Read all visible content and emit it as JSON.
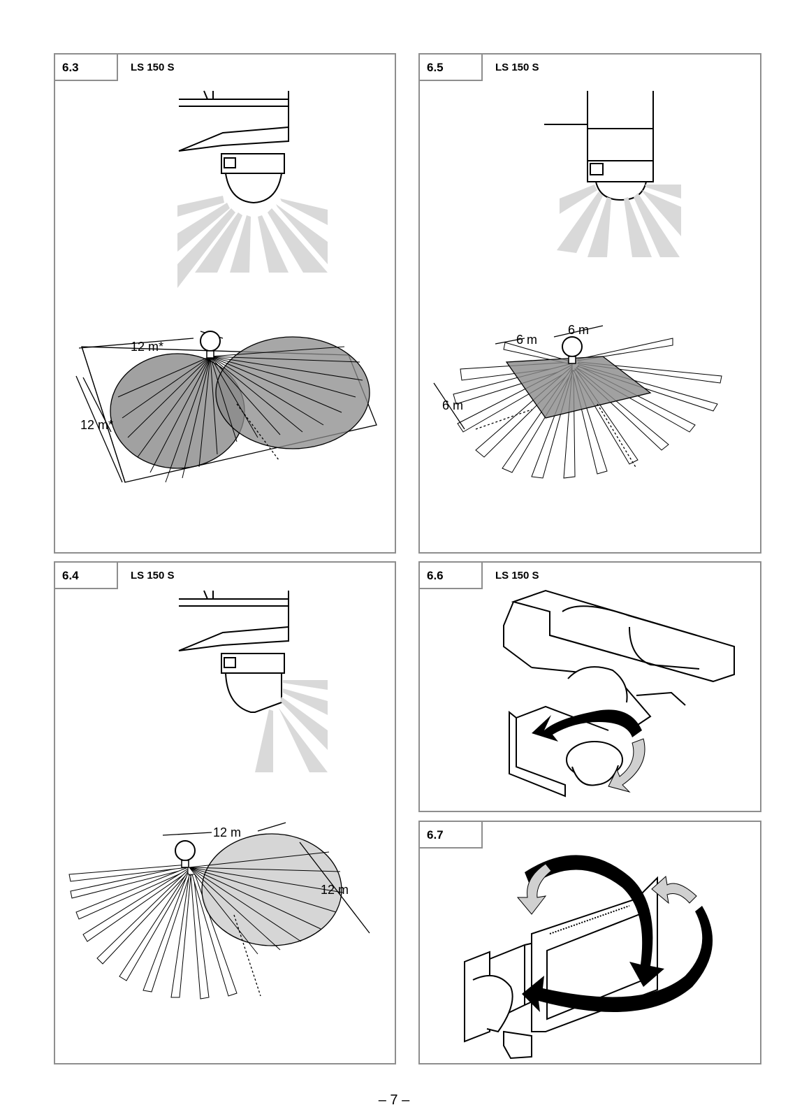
{
  "panels": {
    "p63": {
      "number": "6.3",
      "model": "LS 150 S",
      "dim_a": "12 m*",
      "dim_b": "12 m*"
    },
    "p65": {
      "number": "6.5",
      "model": "LS 150 S",
      "dim_a": "6 m",
      "dim_b": "6 m",
      "dim_c": "6 m"
    },
    "p64": {
      "number": "6.4",
      "model": "LS 150 S",
      "dim_a": "12 m",
      "dim_b": "12 m"
    },
    "p66": {
      "number": "6.6",
      "model": "LS 150 S"
    },
    "p67": {
      "number": "6.7"
    }
  },
  "page_number": "– 7 –",
  "colors": {
    "border": "#8e8e8e",
    "zone": "#8a8a8a",
    "beam": "#d9d9d9"
  }
}
